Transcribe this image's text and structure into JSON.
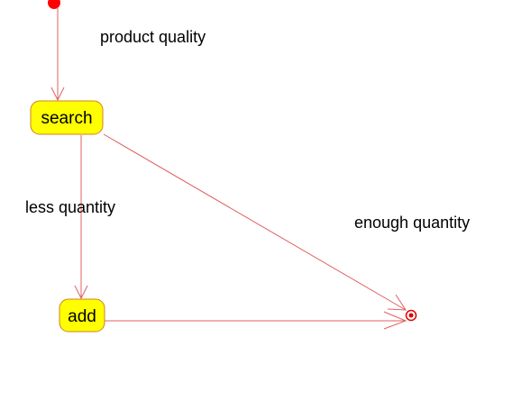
{
  "diagram": {
    "type": "activity-diagram",
    "colors": {
      "edge": "#e06060",
      "state_fill": "#ffff00",
      "state_border": "#d08020",
      "initial_node": "#ff0000",
      "final_node": "#e00000"
    },
    "nodes": {
      "initial": {
        "kind": "initial"
      },
      "search": {
        "kind": "action",
        "label": "search"
      },
      "add": {
        "kind": "action",
        "label": "add"
      },
      "final": {
        "kind": "final"
      }
    },
    "edges": [
      {
        "from": "initial",
        "to": "search",
        "label": "product quality"
      },
      {
        "from": "search",
        "to": "add",
        "label": "less quantity"
      },
      {
        "from": "search",
        "to": "final",
        "label": "enough quantity"
      },
      {
        "from": "add",
        "to": "final",
        "label": ""
      }
    ]
  }
}
